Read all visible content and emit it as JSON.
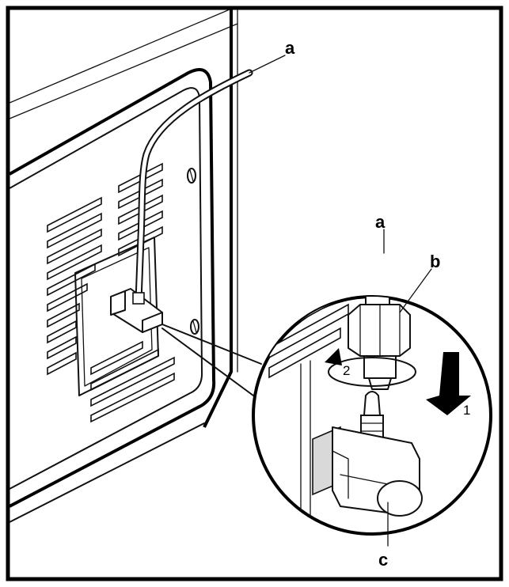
{
  "labels": {
    "hose_top": "a",
    "hose_zoom": "a",
    "nut": "b",
    "fitting": "c"
  },
  "steps": {
    "push": "1",
    "turn": "2"
  },
  "colors": {
    "ink": "#111111",
    "background": "#ffffff",
    "shading": "#d9d9d9"
  }
}
